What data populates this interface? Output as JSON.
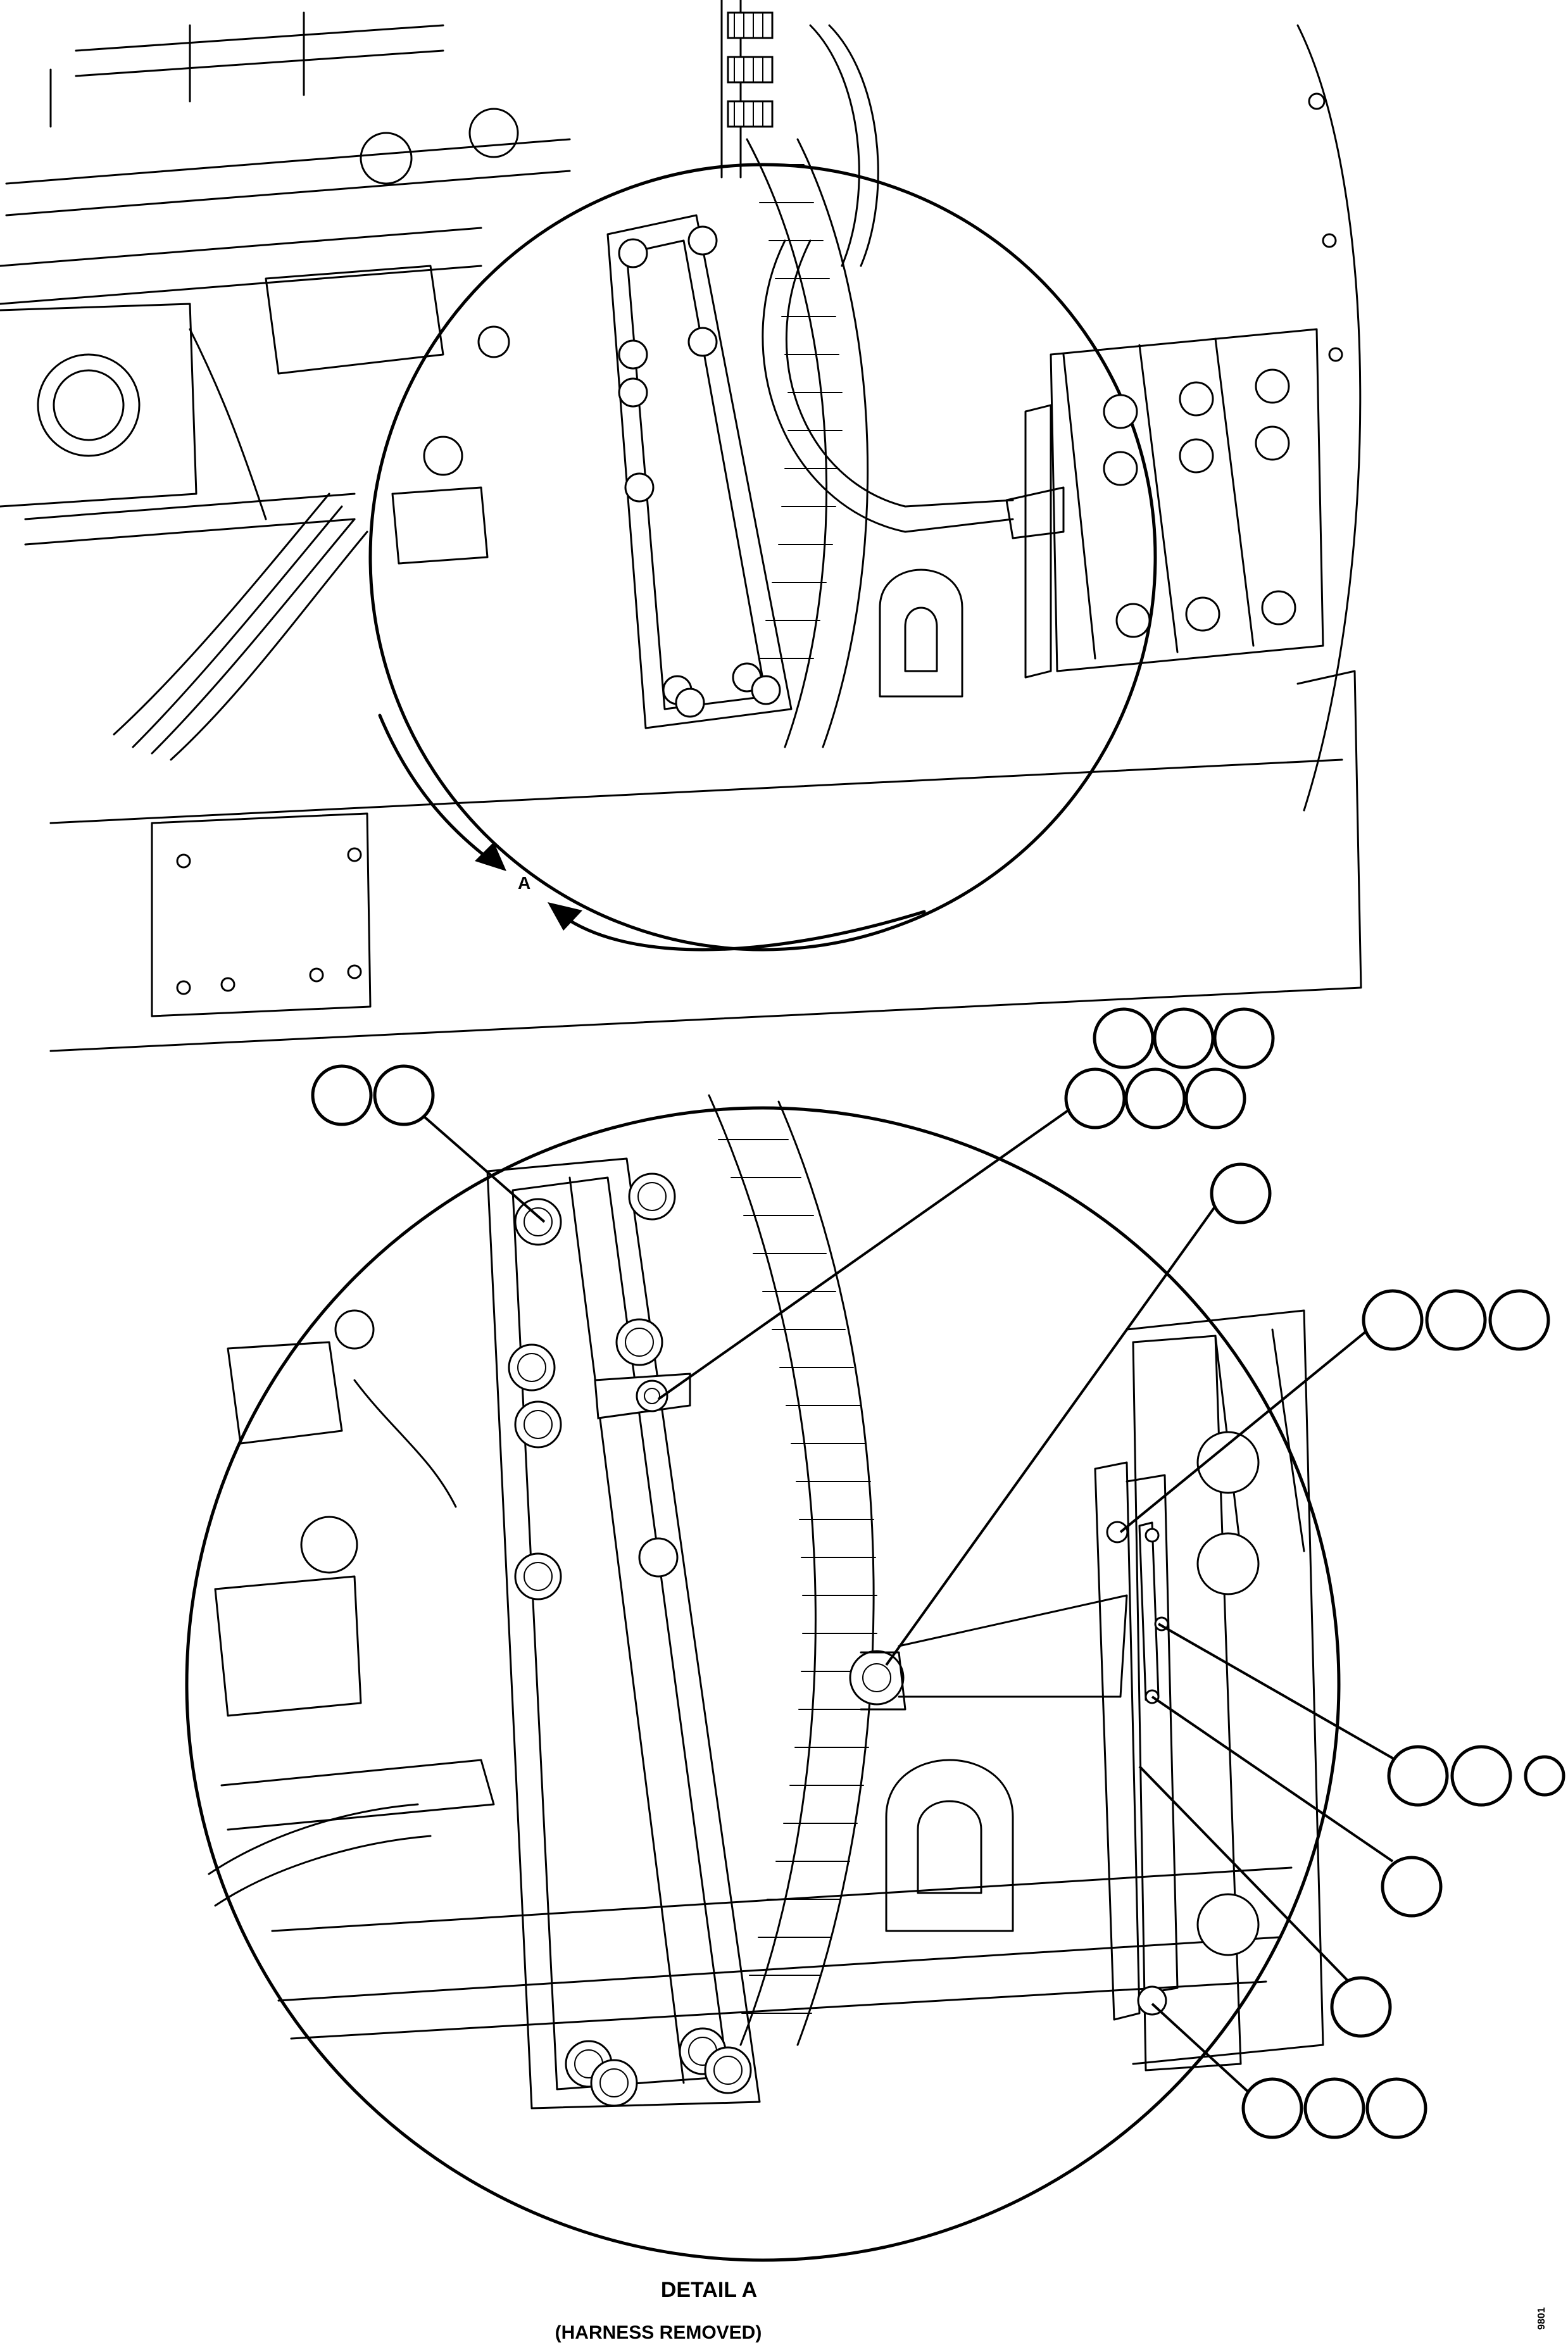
{
  "view_reference": {
    "letter": "A"
  },
  "detail": {
    "title": "DETAIL A",
    "subtitle": "(HARNESS REMOVED)"
  },
  "figure_number": "9801",
  "callout_groups": [
    {
      "id": "group-upper-left-bolts",
      "count": 2
    },
    {
      "id": "group-clamp-top",
      "count": 3
    },
    {
      "id": "group-clamp-bottom",
      "count": 3
    },
    {
      "id": "group-cushion-clamp",
      "count": 1
    },
    {
      "id": "group-bracket-bolt",
      "count": 3
    },
    {
      "id": "group-connector-screw",
      "count": 3
    },
    {
      "id": "group-bracket-nut",
      "count": 1
    },
    {
      "id": "group-bracket-plate",
      "count": 1
    },
    {
      "id": "group-lower-bolt",
      "count": 3
    }
  ]
}
